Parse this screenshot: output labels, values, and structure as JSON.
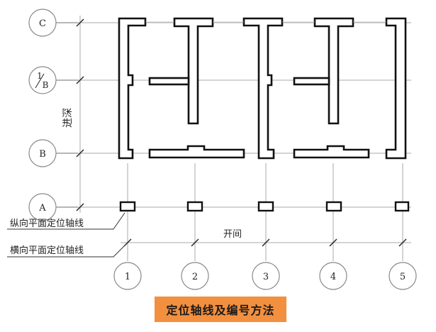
{
  "axes": {
    "horizontal": [
      "C",
      "1/B",
      "B",
      "A"
    ],
    "vertical": [
      "1",
      "2",
      "3",
      "4",
      "5"
    ]
  },
  "labels": {
    "depth": "进深",
    "bay": "开间",
    "longitudinal": "纵向平面定位轴线",
    "transverse": "横向平面定位轴线"
  },
  "caption": {
    "text": "定位轴线及编号方法",
    "bg_color": "#f2903f"
  },
  "colors": {
    "wall": "#111111",
    "axis_line": "#9a9a9a",
    "bubble": "#8a8a8a"
  }
}
